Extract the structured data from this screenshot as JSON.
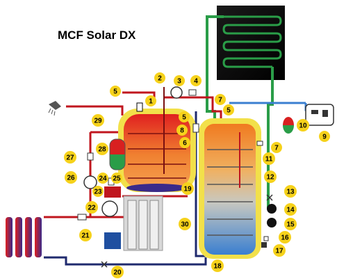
{
  "title": "MCF Solar  DX",
  "labels": {
    "n1": "1",
    "n2": "2",
    "n3": "3",
    "n4": "4",
    "n5a": "5",
    "n5b": "5",
    "n5c": "5",
    "n6": "6",
    "n7a": "7",
    "n7b": "7",
    "n8": "8",
    "n9": "9",
    "n10": "10",
    "n11": "11",
    "n12": "12",
    "n13": "13",
    "n14": "14",
    "n15": "15",
    "n16": "16",
    "n17": "17",
    "n18": "18",
    "n19": "19",
    "n20": "20",
    "n21": "21",
    "n22": "22",
    "n23": "23",
    "n24": "24",
    "n25": "25",
    "n26": "26",
    "n27": "27",
    "n28": "28",
    "n29": "29",
    "n30": "30"
  },
  "colors": {
    "callout": "#f6d21b",
    "pipe_hot": "#c0161e",
    "pipe_return": "#1f2a6e",
    "pipe_solar": "#2a9d48",
    "pipe_cold": "#3a7fd0",
    "tank_outer": "#f2e04a",
    "collector": "#000000"
  }
}
